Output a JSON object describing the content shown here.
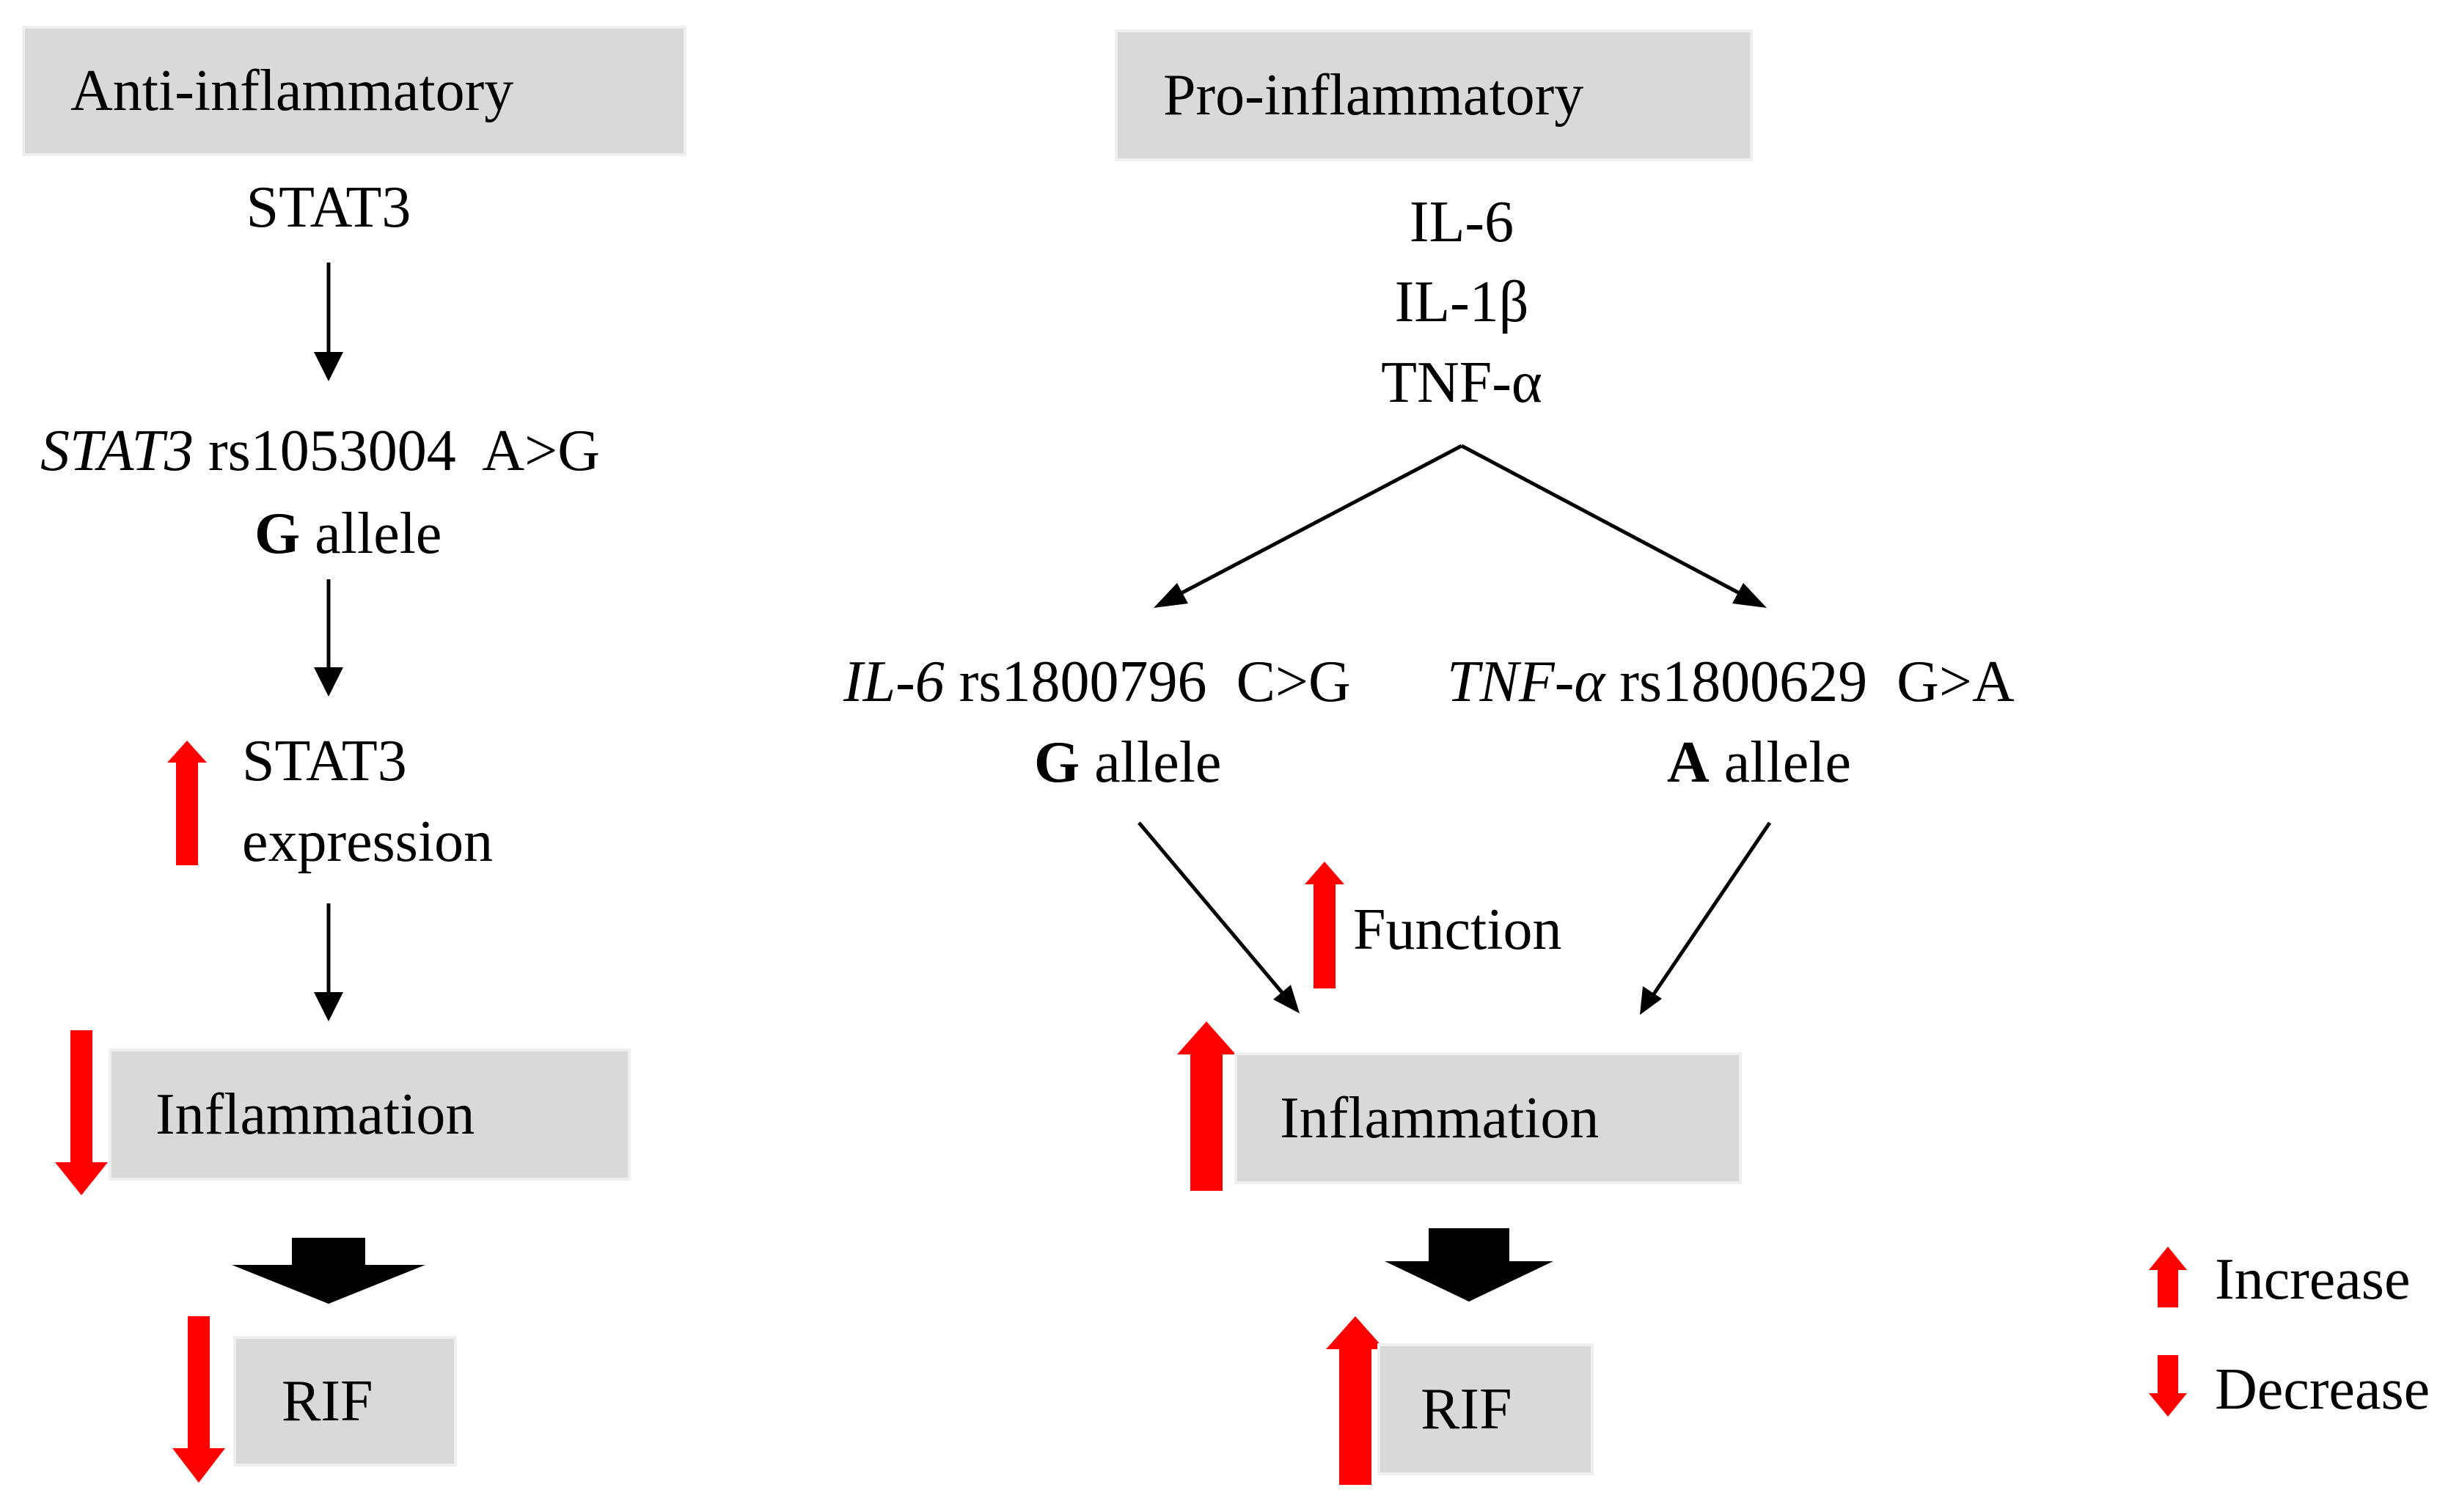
{
  "left": {
    "header": "Anti-inflammatory",
    "gene": "STAT3",
    "snp": {
      "gene_italic": "STAT3",
      "rs": "rs1053004",
      "change": "A>G"
    },
    "allele": {
      "letter": "G",
      "word": "allele"
    },
    "expression": {
      "line1": "STAT3",
      "line2": "expression"
    },
    "inflammation": "Inflammation",
    "outcome": "RIF"
  },
  "right": {
    "header": "Pro-inflammatory",
    "cytokines": [
      "IL-6",
      "IL-1β",
      "TNF-α"
    ],
    "snp1": {
      "gene_italic": "IL-6",
      "rs": "rs1800796",
      "change": "C>G",
      "allele_letter": "G",
      "allele_word": "allele"
    },
    "snp2": {
      "gene_italic": "TNF-α",
      "rs": "rs1800629",
      "change": "G>A",
      "allele_letter": "A",
      "allele_word": "allele"
    },
    "function": "Function",
    "inflammation": "Inflammation",
    "outcome": "RIF"
  },
  "legend": {
    "increase": "Increase",
    "decrease": "Decrease"
  },
  "colors": {
    "arrow_red": "#ff0000",
    "box_fill": "#d9d9d9",
    "line": "#000000"
  }
}
